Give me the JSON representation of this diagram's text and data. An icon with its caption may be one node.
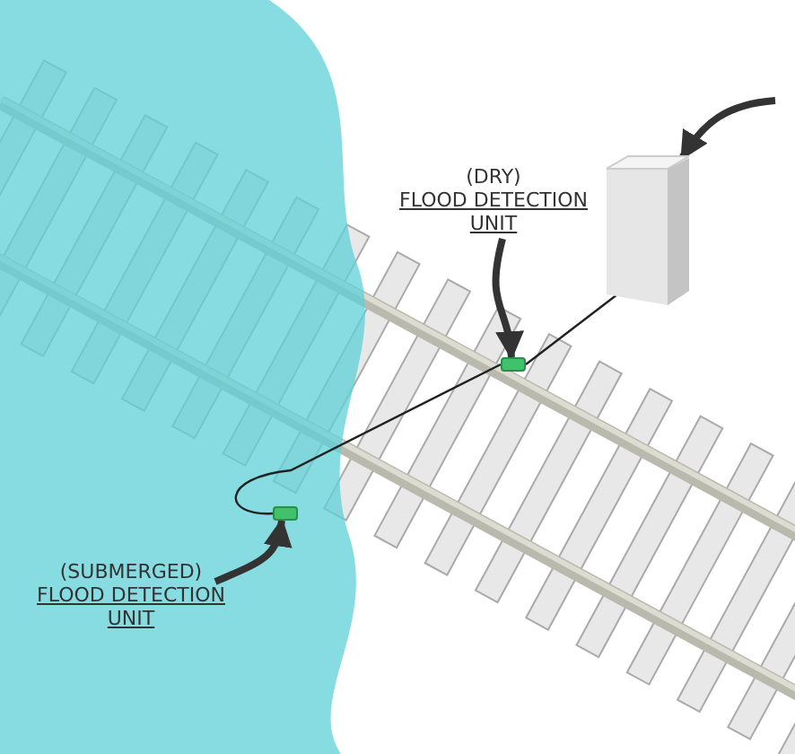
{
  "diagram": {
    "nodes": [
      {
        "text": [
          "(DRY)",
          "FLOOD DETECTION UNIT"
        ]
      },
      {
        "text": [],
        "shape": "box"
      },
      {
        "text": [
          "(SUBMERGED)",
          "FLOOD DETECTION UNIT"
        ]
      },
      {
        "text": [],
        "shape": "box"
      },
      {
        "text": [],
        "shape": "box"
      }
    ],
    "edges": [
      {
        "from": 0,
        "to": 1,
        "arrow": "to"
      },
      {
        "from": 2,
        "to": 3,
        "arrow": "to"
      },
      {
        "from": 3,
        "to": 1,
        "arrow": "none"
      },
      {
        "from": 1,
        "to": 4,
        "arrow": "none"
      },
      {
        "from": null,
        "to": 4,
        "arrow": "to"
      }
    ]
  }
}
